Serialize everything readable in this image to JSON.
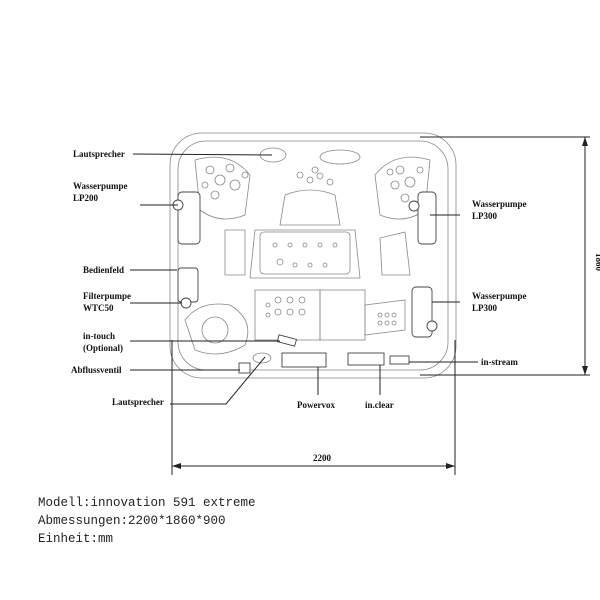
{
  "labels": {
    "speaker_top": "Lautsprecher",
    "pump_left_1": "Wasserpumpe",
    "pump_left_2": "LP200",
    "control_panel": "Bedienfeld",
    "filter_pump_1": "Filterpumpe",
    "filter_pump_2": "WTC50",
    "in_touch_1": "in-touch",
    "in_touch_2": "(Optional)",
    "drain_valve": "Abflussventil",
    "speaker_bottom": "Lautsprecher",
    "powervox": "Powervox",
    "in_clear": "in.clear",
    "pump_right_top_1": "Wasserpumpe",
    "pump_right_top_2": "LP300",
    "pump_right_bottom_1": "Wasserpumpe",
    "pump_right_bottom_2": "LP300",
    "in_stream": "in-stream"
  },
  "dimensions": {
    "width": "2200",
    "depth": "1860"
  },
  "specs": {
    "model": "Modell:innovation 591 extreme",
    "size": "Abmessungen:2200*1860*900",
    "unit": "Einheit:mm"
  }
}
